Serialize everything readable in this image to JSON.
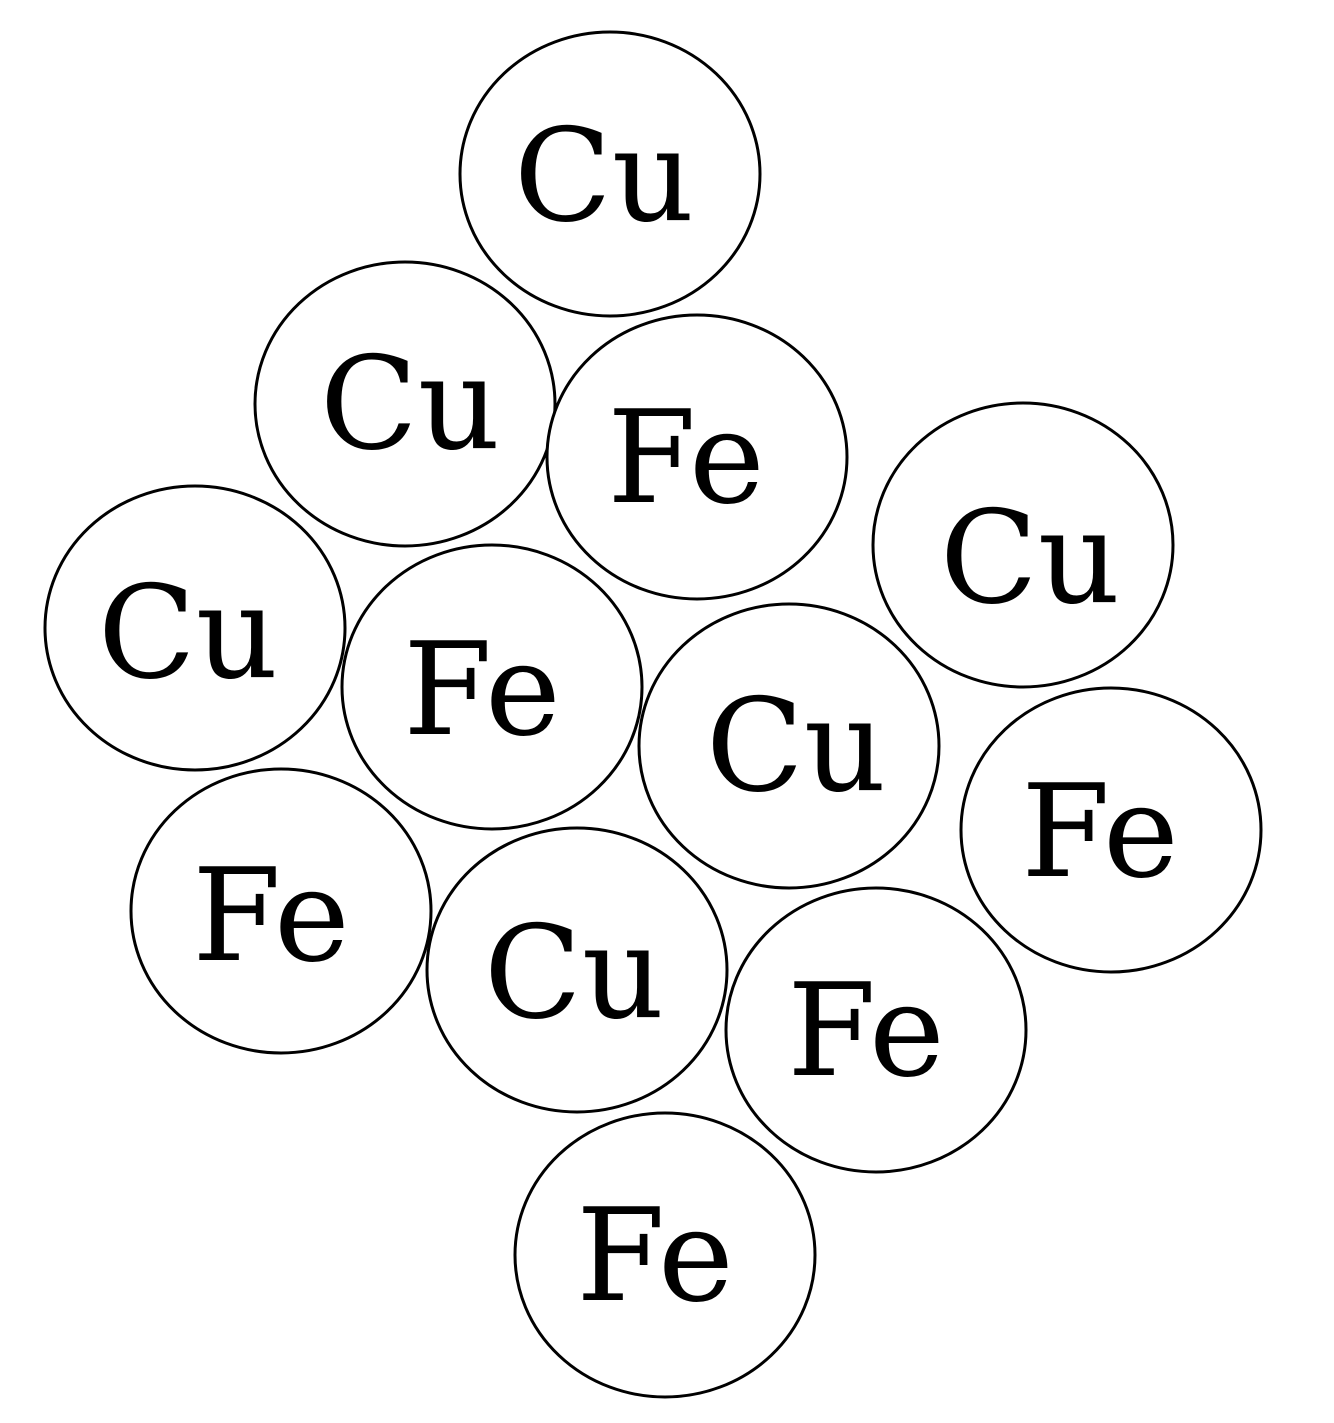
{
  "title": "Cu-Fe atomic arrangement",
  "atoms": [
    {
      "label": "Cu"
    },
    {
      "label": "Cu"
    },
    {
      "label": "Fe"
    },
    {
      "label": "Cu"
    },
    {
      "label": "Cu"
    },
    {
      "label": "Fe"
    },
    {
      "label": "Cu"
    },
    {
      "label": "Fe"
    },
    {
      "label": "Fe"
    },
    {
      "label": "Cu"
    },
    {
      "label": "Fe"
    },
    {
      "label": "Fe"
    }
  ],
  "colors": {
    "stroke": "#000000",
    "fill": "#ffffff",
    "text": "#000000"
  }
}
